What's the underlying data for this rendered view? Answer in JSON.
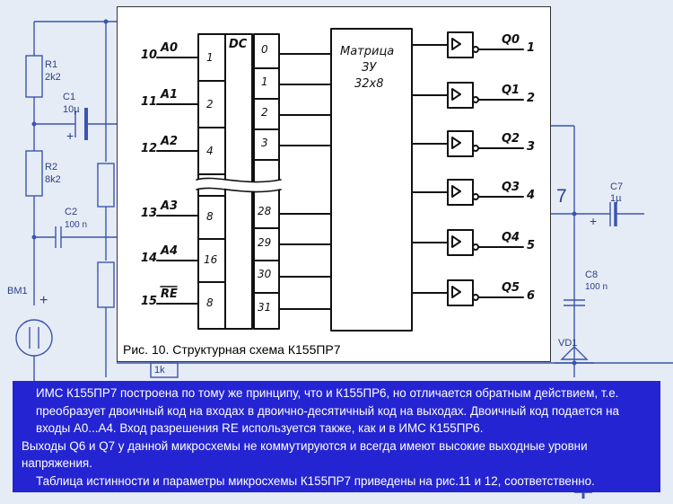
{
  "schematic": {
    "r1": {
      "name": "R1",
      "value": "2k2"
    },
    "r2": {
      "name": "R2",
      "value": "8k2"
    },
    "c1": {
      "name": "C1",
      "value": "10µ",
      "polarity": "+"
    },
    "c2": {
      "name": "C2",
      "value": "100 n"
    },
    "bm1": {
      "name": "BM1",
      "polarity": "+"
    },
    "c7": {
      "name": "C7",
      "value": "1µ",
      "polarity": "+"
    },
    "c8": {
      "name": "C8",
      "value": "100 n"
    },
    "vd1": {
      "name": "VD1"
    },
    "r_bottom": {
      "value": "1k"
    },
    "big_label": "7"
  },
  "figure": {
    "dc_label": "DC",
    "matrix_label": [
      "Матрица",
      "ЗУ",
      "32х8"
    ],
    "inputs": [
      {
        "pin": "10",
        "signal": "A0",
        "dc_in": "1",
        "dc_out": "0"
      },
      {
        "pin": "11",
        "signal": "A1",
        "dc_in": "2",
        "dc_out": "1"
      },
      {
        "pin": "12",
        "signal": "A2",
        "dc_in": "4",
        "dc_out": "2"
      },
      {
        "pin": "",
        "signal": "",
        "dc_in": "",
        "dc_out": "3"
      },
      {
        "pin": "13",
        "signal": "A3",
        "dc_in": "8",
        "dc_out": "28"
      },
      {
        "pin": "14",
        "signal": "A4",
        "dc_in": "16",
        "dc_out": "29"
      },
      {
        "pin": "",
        "signal": "",
        "dc_in": "",
        "dc_out": "30"
      },
      {
        "pin": "15",
        "signal": "RE",
        "dc_in": "8",
        "dc_out": "31"
      }
    ],
    "outputs": [
      {
        "name": "Q0",
        "pin": "1"
      },
      {
        "name": "Q1",
        "pin": "2"
      },
      {
        "name": "Q2",
        "pin": "3"
      },
      {
        "name": "Q3",
        "pin": "4"
      },
      {
        "name": "Q4",
        "pin": "5"
      },
      {
        "name": "Q5",
        "pin": "6"
      }
    ],
    "caption": "Рис. 10. Структурная схема К155ПР7"
  },
  "description": {
    "paragraph1": "ИМС К155ПР7 построена по тому же принципу, что и К155ПР6, но отличается обратным действием, т.е. преобразует двоичный код на входах в двоично-десятичный код на выходах. Двоичный код подается на входы А0...А4. Вход разрешения RE используется также, как и в ИМС К155ПР6.",
    "paragraph2": "Выходы Q6 и Q7 у данной микросхемы не коммутируются и всегда имеют высокие выходные уровни напряжения.",
    "paragraph3": "Таблица истинности и параметры микросхемы К155ПР7 приведены на рис.11 и 12, соответственно."
  }
}
